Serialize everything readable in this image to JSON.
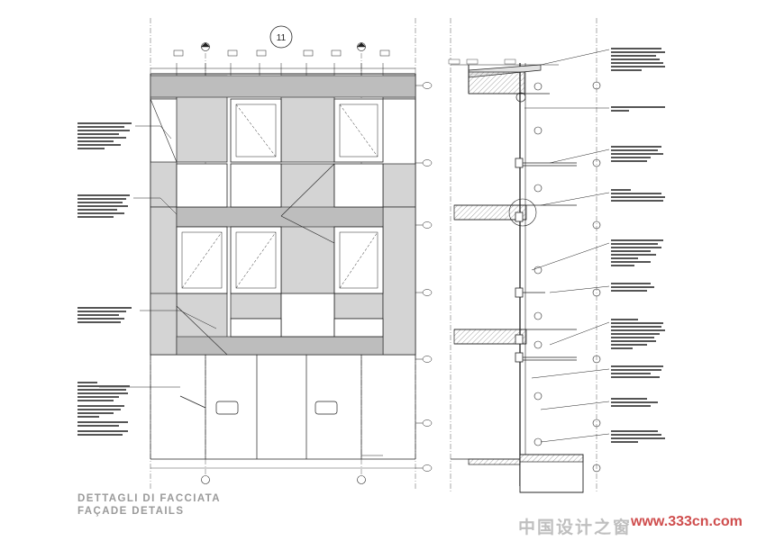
{
  "title": {
    "line1": "DETTAGLI DI FACCIATA",
    "line2": "FAÇADE DETAILS"
  },
  "section_tag": "11",
  "watermark": {
    "cn": "中国设计之窗",
    "url": "www.333cn.com"
  },
  "colors": {
    "line": "#222222",
    "panel": "#d4d4d4",
    "band": "#c6c6c6",
    "title": "#9a9a9a",
    "watermark_url": "#cf4d4d"
  }
}
